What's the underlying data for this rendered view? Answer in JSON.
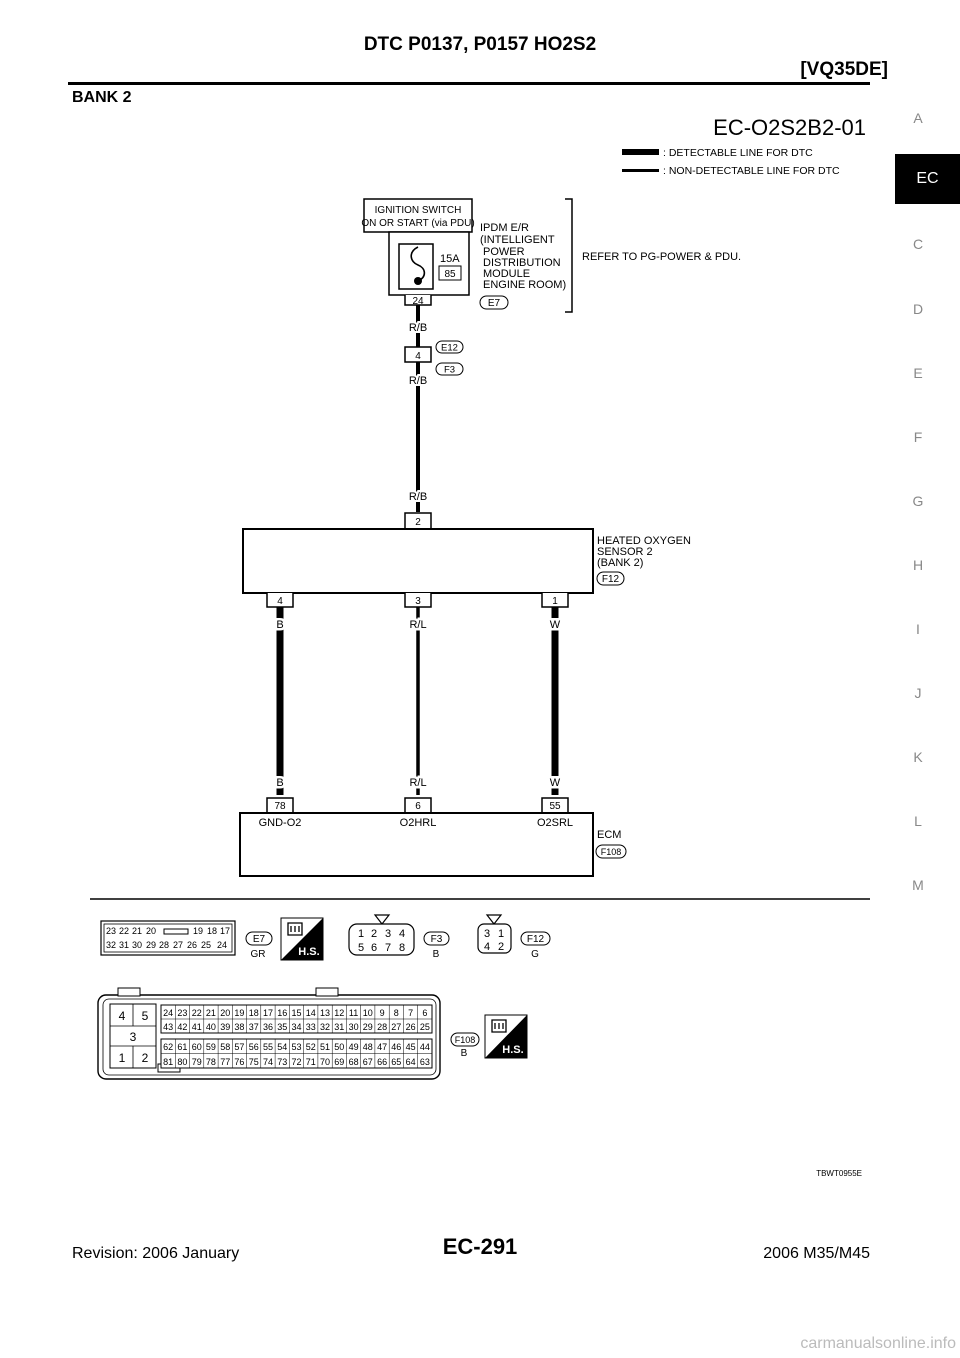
{
  "header": {
    "title": "DTC P0137, P0157 HO2S2",
    "model": "[VQ35DE]"
  },
  "section_title": "BANK 2",
  "side_index": {
    "letters": [
      "A",
      "C",
      "D",
      "E",
      "F",
      "G",
      "H",
      "I",
      "J",
      "K",
      "L",
      "M"
    ],
    "active": "EC"
  },
  "diagram": {
    "id": "EC-O2S2B2-01",
    "legend": {
      "detectable": ": DETECTABLE LINE FOR DTC",
      "non_detectable": ": NON-DETECTABLE LINE FOR DTC"
    },
    "ign_box": [
      "IGNITION SWITCH",
      "ON OR START (via PDU)"
    ],
    "ipdm": {
      "label": [
        "IPDM E/R",
        "(INTELLIGENT",
        "POWER",
        "DISTRIBUTION",
        "MODULE",
        "ENGINE ROOM)"
      ],
      "fuse_amp": "15A",
      "fuse_num": "85",
      "pin": "24",
      "connector": "E7",
      "refer": "REFER TO PG-POWER & PDU."
    },
    "wire_top": {
      "color1": "R/B",
      "joint_pin": "4",
      "connector_a": "E12",
      "connector_b": "F3",
      "color2": "R/B",
      "color3": "R/B"
    },
    "sensor": {
      "top_pin": "2",
      "label": [
        "HEATED OXYGEN",
        "SENSOR 2",
        "(BANK 2)"
      ],
      "connector": "F12",
      "pins": [
        "4",
        "3",
        "1"
      ],
      "colors": [
        "B",
        "R/L",
        "W"
      ]
    },
    "ecm": {
      "colors": [
        "B",
        "R/L",
        "W"
      ],
      "pins": [
        "78",
        "6",
        "55"
      ],
      "terminals": [
        "GND-O2",
        "O2HRL",
        "O2SRL"
      ],
      "label": "ECM",
      "connector": "F108"
    },
    "connectors": {
      "e7": {
        "row1": [
          "23",
          "22",
          "21",
          "20",
          "19",
          "18",
          "17"
        ],
        "row2": [
          "32",
          "31",
          "30",
          "29",
          "28",
          "27",
          "26",
          "25",
          "24"
        ],
        "id": "E7",
        "color": "GR"
      },
      "f3": {
        "row1": [
          "1",
          "2",
          "3",
          "4"
        ],
        "row2": [
          "5",
          "6",
          "7",
          "8"
        ],
        "id": "F3",
        "color": "B"
      },
      "f12": {
        "row1": [
          "3",
          "1"
        ],
        "row2": [
          "4",
          "2"
        ],
        "id": "F12",
        "color": "G"
      },
      "f108": {
        "block_left": [
          "4",
          "5",
          "3",
          "1",
          "2"
        ],
        "row1": [
          "24",
          "23",
          "22",
          "21",
          "20",
          "19",
          "18",
          "17",
          "16",
          "15",
          "14",
          "13",
          "12",
          "11",
          "10",
          "9",
          "8",
          "7",
          "6"
        ],
        "row2": [
          "43",
          "42",
          "41",
          "40",
          "39",
          "38",
          "37",
          "36",
          "35",
          "34",
          "33",
          "32",
          "31",
          "30",
          "29",
          "28",
          "27",
          "26",
          "25"
        ],
        "row3": [
          "62",
          "61",
          "60",
          "59",
          "58",
          "57",
          "56",
          "55",
          "54",
          "53",
          "52",
          "51",
          "50",
          "49",
          "48",
          "47",
          "46",
          "45",
          "44"
        ],
        "row4": [
          "81",
          "80",
          "79",
          "78",
          "77",
          "76",
          "75",
          "74",
          "73",
          "72",
          "71",
          "70",
          "69",
          "68",
          "67",
          "66",
          "65",
          "64",
          "63"
        ],
        "id": "F108",
        "color": "B"
      },
      "hs_label": "H.S."
    },
    "figure_code": "TBWT0955E"
  },
  "footer": {
    "revision": "Revision: 2006 January",
    "page": "EC-291",
    "model": "2006 M35/M45"
  },
  "watermark": "carmanualsonline.info"
}
